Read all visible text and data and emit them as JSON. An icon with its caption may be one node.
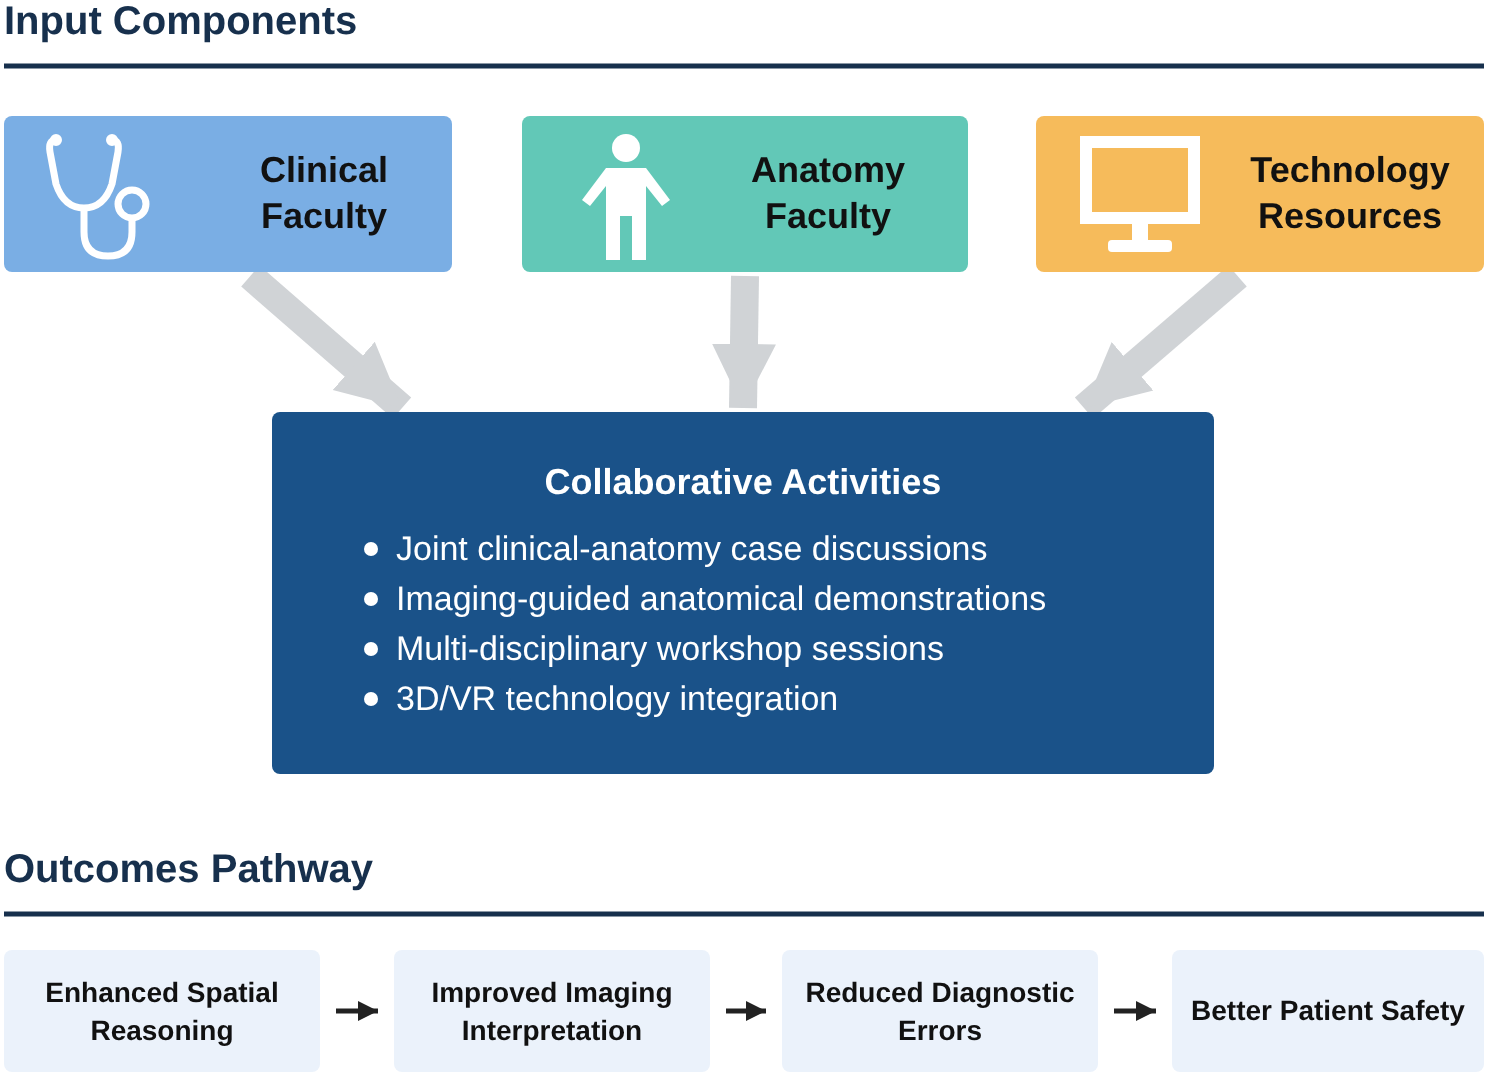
{
  "diagram": {
    "nodes": [
      {
        "text": [
          "Clinical Faculty"
        ]
      },
      {
        "text": [
          "Anatomy Faculty"
        ]
      },
      {
        "text": [
          "Technology Resources"
        ]
      },
      {
        "text": [
          "Collaborative Activities",
          "Joint clinical-anatomy case discussions",
          "Imaging-guided anatomical demonstrations",
          "Multi-disciplinary workshop sessions",
          "3D/VR technology integration"
        ]
      },
      {
        "text": [
          "Enhanced Spatial Reasoning"
        ]
      },
      {
        "text": [
          "Improved Imaging Interpretation"
        ]
      },
      {
        "text": [
          "Reduced Diagnostic Errors"
        ]
      },
      {
        "text": [
          "Better Patient Safety"
        ]
      }
    ],
    "edges": [
      {
        "from": 0,
        "to": 3,
        "arrow": "to",
        "style": "thick",
        "color": "#d0d3d6"
      },
      {
        "from": 1,
        "to": 3,
        "arrow": "to",
        "style": "thick",
        "color": "#d0d3d6"
      },
      {
        "from": 2,
        "to": 3,
        "arrow": "to",
        "style": "thick",
        "color": "#d0d3d6"
      },
      {
        "from": 4,
        "to": 5,
        "arrow": "to",
        "color": "#222222"
      },
      {
        "from": 5,
        "to": 6,
        "arrow": "to",
        "color": "#222222"
      },
      {
        "from": 6,
        "to": 7,
        "arrow": "to",
        "color": "#222222"
      }
    ],
    "labels": [
      "Input Components",
      "Outcomes Pathway"
    ]
  }
}
